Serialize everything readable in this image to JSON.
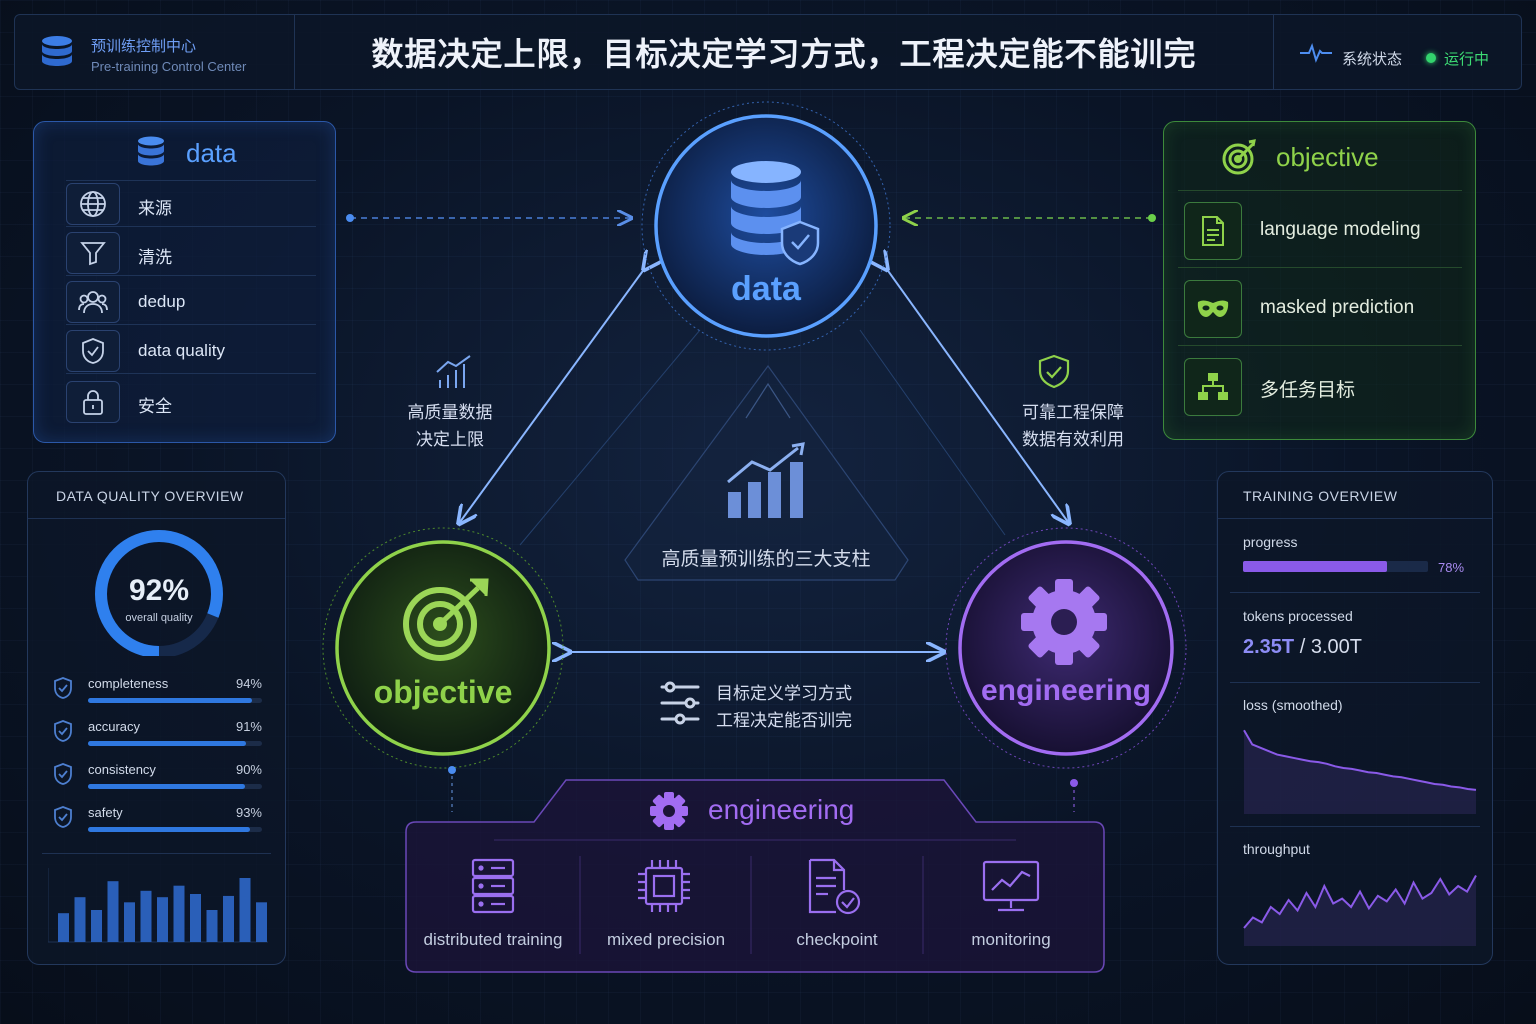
{
  "header": {
    "brand_zh": "预训练控制中心",
    "brand_en": "Pre-training Control Center",
    "headline": "数据决定上限，目标决定学习方式，工程决定能不能训完",
    "status_label": "系统状态",
    "status_value": "运行中"
  },
  "colors": {
    "data": "#5aa0ff",
    "objective": "#8fd24a",
    "engineering": "#a26cf2",
    "ok": "#33d36d"
  },
  "data_panel": {
    "title": "data",
    "items": [
      {
        "icon": "globe-icon",
        "label": "来源"
      },
      {
        "icon": "filter-icon",
        "label": "清洗"
      },
      {
        "icon": "users-icon",
        "label": "dedup"
      },
      {
        "icon": "shield-check-icon",
        "label": "data quality"
      },
      {
        "icon": "lock-icon",
        "label": "安全"
      }
    ]
  },
  "objective_panel": {
    "title": "objective",
    "items": [
      {
        "icon": "document-icon",
        "label": "language modeling"
      },
      {
        "icon": "mask-icon",
        "label": "masked prediction"
      },
      {
        "icon": "hierarchy-icon",
        "label": "多任务目标"
      }
    ]
  },
  "pillars": {
    "data": "data",
    "objective": "objective",
    "engineering": "engineering",
    "center_label": "高质量预训练的三大支柱"
  },
  "edges": {
    "data_objective": [
      "高质量数据",
      "决定上限"
    ],
    "data_engineering": [
      "可靠工程保障",
      "数据有效利用"
    ],
    "objective_engineering": [
      "目标定义学习方式",
      "工程决定能否训完"
    ]
  },
  "quality": {
    "title": "DATA QUALITY OVERVIEW",
    "overall_value": "92%",
    "overall_fraction": 0.92,
    "overall_label": "overall quality",
    "metrics": [
      {
        "label": "completeness",
        "value": "94%",
        "fraction": 0.94,
        "icon": "shield-check-icon"
      },
      {
        "label": "accuracy",
        "value": "91%",
        "fraction": 0.91,
        "icon": "shield-check-icon"
      },
      {
        "label": "consistency",
        "value": "90%",
        "fraction": 0.9,
        "icon": "chart-shield-icon"
      },
      {
        "label": "safety",
        "value": "93%",
        "fraction": 0.93,
        "icon": "shield-check-icon"
      }
    ],
    "histogram": [
      0.45,
      0.7,
      0.5,
      0.95,
      0.62,
      0.8,
      0.7,
      0.88,
      0.75,
      0.5,
      0.72,
      1.0,
      0.62
    ]
  },
  "training": {
    "title": "TRAINING OVERVIEW",
    "progress_label": "progress",
    "progress_value": "78%",
    "progress_fraction": 0.78,
    "tokens_label": "tokens processed",
    "tokens_done": "2.35T",
    "tokens_total": "/ 3.00T",
    "loss_label": "loss (smoothed)",
    "throughput_label": "throughput",
    "loss_series": [
      0.95,
      0.78,
      0.74,
      0.7,
      0.66,
      0.64,
      0.62,
      0.6,
      0.58,
      0.57,
      0.55,
      0.52,
      0.5,
      0.49,
      0.47,
      0.45,
      0.44,
      0.42,
      0.4,
      0.39,
      0.37,
      0.35,
      0.33,
      0.31,
      0.3,
      0.28,
      0.27,
      0.25,
      0.24
    ],
    "throughput_series": [
      0.2,
      0.35,
      0.28,
      0.5,
      0.4,
      0.6,
      0.45,
      0.7,
      0.5,
      0.8,
      0.55,
      0.62,
      0.5,
      0.72,
      0.48,
      0.66,
      0.58,
      0.75,
      0.55,
      0.85,
      0.62,
      0.7,
      0.9,
      0.68,
      0.8,
      0.72,
      0.95
    ]
  },
  "engineering_panel": {
    "title": "engineering",
    "items": [
      {
        "icon": "server-icon",
        "label": "distributed training"
      },
      {
        "icon": "chip-icon",
        "label": "mixed precision"
      },
      {
        "icon": "checkpoint-icon",
        "label": "checkpoint"
      },
      {
        "icon": "monitor-icon",
        "label": "monitoring"
      }
    ]
  }
}
